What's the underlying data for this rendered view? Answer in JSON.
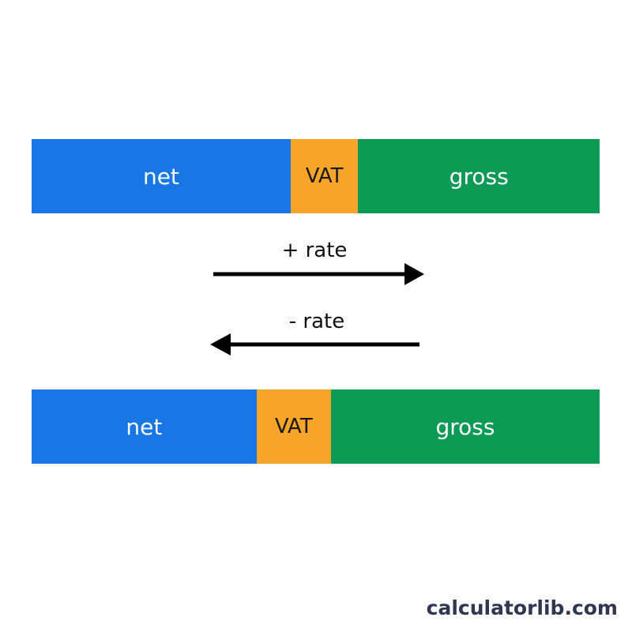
{
  "colors": {
    "net": "#1877e5",
    "vat": "#f7a42b",
    "gross": "#0d9a55",
    "arrow": "#000000"
  },
  "bars": [
    {
      "segments": [
        {
          "label": "net",
          "share": 0.456
        },
        {
          "label": "VAT",
          "share": 0.119
        },
        {
          "label": "gross",
          "share": 0.425
        }
      ]
    },
    {
      "segments": [
        {
          "label": "net",
          "share": 0.396
        },
        {
          "label": "VAT",
          "share": 0.131
        },
        {
          "label": "gross",
          "share": 0.473
        }
      ]
    }
  ],
  "arrows": {
    "forward_label": "+ rate",
    "backward_label": "- rate"
  },
  "watermark": "calculatorlib.com"
}
